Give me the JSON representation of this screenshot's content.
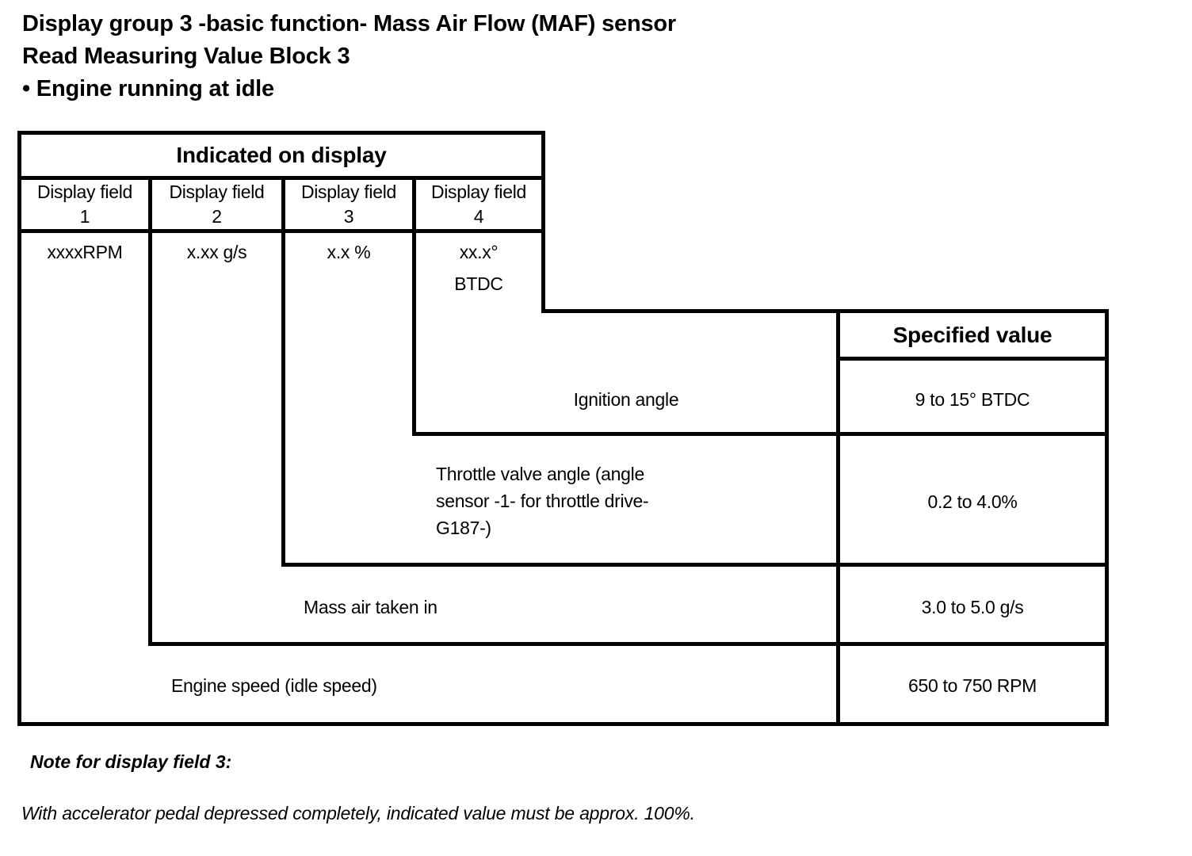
{
  "header": {
    "line1": "Display group 3 -basic function- Mass Air Flow (MAF) sensor",
    "line2": "Read Measuring Value Block 3",
    "line3": "• Engine running at idle"
  },
  "table": {
    "indicated_header": "Indicated on display",
    "specified_header": "Specified value",
    "display_fields": [
      {
        "label": "Display field",
        "number": "1",
        "format": "xxxxRPM"
      },
      {
        "label": "Display field",
        "number": "2",
        "format": "x.xx g/s"
      },
      {
        "label": "Display field",
        "number": "3",
        "format": "x.x %"
      },
      {
        "label": "Display field",
        "number": "4",
        "format_line1": "xx.x°",
        "format_line2": "BTDC"
      }
    ],
    "rows": [
      {
        "label": "Ignition angle",
        "value": "9 to 15° BTDC"
      },
      {
        "label_lines": [
          "Throttle valve angle (angle",
          "sensor -1- for throttle drive-",
          "G187-)"
        ],
        "value": "0.2 to 4.0%"
      },
      {
        "label": "Mass air taken in",
        "value": "3.0 to 5.0 g/s"
      },
      {
        "label": "Engine speed (idle speed)",
        "value": "650 to 750 RPM"
      }
    ]
  },
  "notes": {
    "heading": "Note for display field 3:",
    "body": "With accelerator pedal depressed completely, indicated value must be approx. 100%."
  },
  "colors": {
    "ink": "#000000",
    "paper": "#ffffff"
  }
}
